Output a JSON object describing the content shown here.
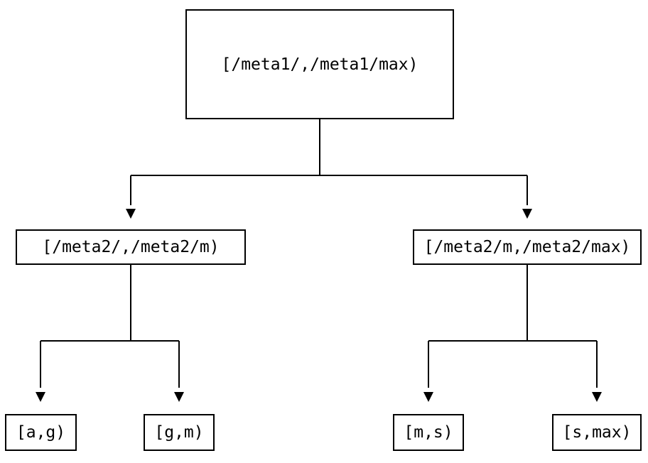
{
  "diagram": {
    "type": "tree",
    "colors": {
      "background": "#ffffff",
      "line": "#000000",
      "node_fill": "#ffffff",
      "text": "#000000"
    },
    "nodes": {
      "root": {
        "label": "[/meta1/,/meta1/max)"
      },
      "meta2_low": {
        "label": "[/meta2/,/meta2/m)"
      },
      "meta2_high": {
        "label": "[/meta2/m,/meta2/max)"
      },
      "leaf_a_g": {
        "label": "[a,g)"
      },
      "leaf_g_m": {
        "label": "[g,m)"
      },
      "leaf_m_s": {
        "label": "[m,s)"
      },
      "leaf_s_max": {
        "label": "[s,max)"
      }
    },
    "edges": [
      {
        "from": "root",
        "to": "meta2_low"
      },
      {
        "from": "root",
        "to": "meta2_high"
      },
      {
        "from": "meta2_low",
        "to": "leaf_a_g"
      },
      {
        "from": "meta2_low",
        "to": "leaf_g_m"
      },
      {
        "from": "meta2_high",
        "to": "leaf_m_s"
      },
      {
        "from": "meta2_high",
        "to": "leaf_s_max"
      }
    ]
  }
}
